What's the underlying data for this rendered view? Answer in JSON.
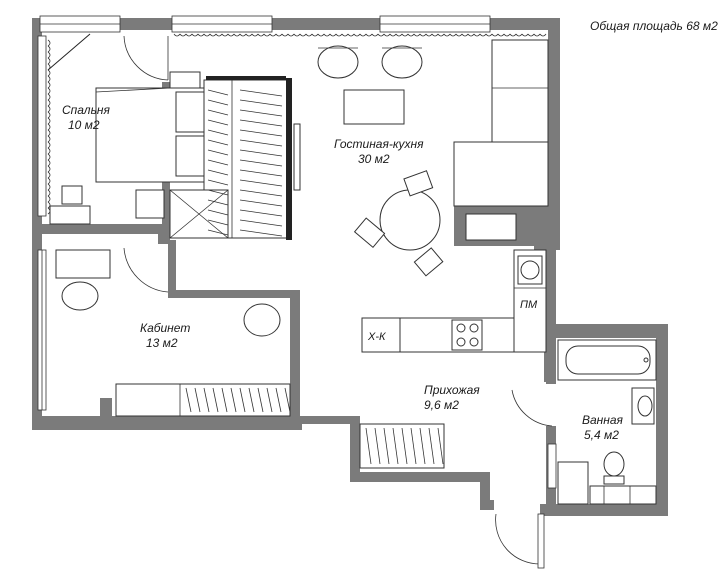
{
  "total_area": "Общая площадь 68 м2",
  "rooms": {
    "bedroom": {
      "name": "Спальня",
      "area": "10 м2"
    },
    "living": {
      "name": "Гостиная-кухня",
      "area": "30 м2"
    },
    "study": {
      "name": "Кабинет",
      "area": "13 м2"
    },
    "hall": {
      "name": "Прихожая",
      "area": "9,6 м2"
    },
    "bath": {
      "name": "Ванная",
      "area": "5,4 м2"
    }
  },
  "tags": {
    "fridge": "Х-К",
    "dishwasher": "ПМ"
  }
}
